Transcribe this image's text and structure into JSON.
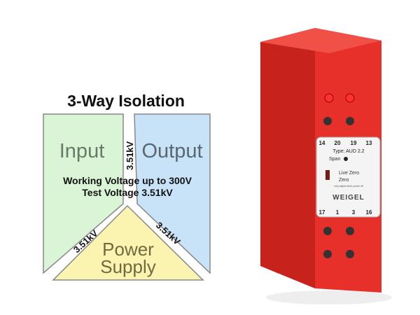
{
  "diagram": {
    "title": "3-Way Isolation",
    "input_label": "Input",
    "output_label": "Output",
    "power_label_line1": "Power",
    "power_label_line2": "Supply",
    "isolation_top": "3.51kV",
    "isolation_left": "3.51kV",
    "isolation_right": "3.51kV",
    "working_voltage": "Working Voltage up to 300V",
    "test_voltage": "Test Voltage 3.51kV",
    "colors": {
      "input": "#d9f5d6",
      "output": "#c8e3f8",
      "power": "#fbf3b0",
      "device": "#e8302a"
    }
  },
  "device": {
    "top_terminals": [
      "14",
      "20",
      "19",
      "13"
    ],
    "type": "Type: AUD 2.2",
    "span": "Span",
    "live_zero": "Live Zero",
    "zero": "Zero",
    "note": "only adjust when power off",
    "brand": "WEIGEL",
    "bottom_terminals": [
      "17",
      "1",
      "3",
      "16"
    ]
  }
}
